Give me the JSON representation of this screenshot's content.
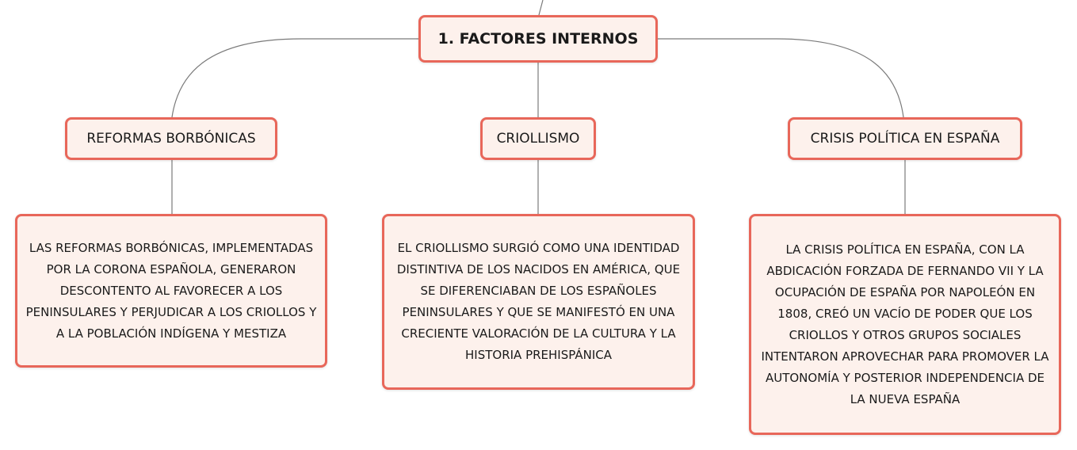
{
  "root": {
    "title": "1. FACTORES INTERNOS"
  },
  "topics": [
    {
      "label": "REFORMAS BORBÓNICAS",
      "detail": "LAS REFORMAS BORBÓNICAS, IMPLEMENTADAS POR LA CORONA ESPAÑOLA, GENERARON DESCONTENTO AL FAVORECER A LOS PENINSULARES Y PERJUDICAR A LOS CRIOLLOS Y A LA POBLACIÓN INDÍGENA Y MESTIZA"
    },
    {
      "label": "CRIOLLISMO",
      "detail": "EL CRIOLLISMO SURGIÓ COMO UNA IDENTIDAD DISTINTIVA DE LOS NACIDOS EN AMÉRICA, QUE SE DIFERENCIABAN DE LOS ESPAÑOLES PENINSULARES Y QUE SE MANIFESTÓ EN UNA CRECIENTE VALORACIÓN DE LA CULTURA Y LA HISTORIA PREHISPÁNICA"
    },
    {
      "label": "CRISIS POLÍTICA EN ESPAÑA",
      "detail": "LA CRISIS POLÍTICA EN ESPAÑA, CON LA ABDICACIÓN FORZADA DE FERNANDO VII Y LA OCUPACIÓN DE ESPAÑA POR NAPOLEÓN EN 1808, CREÓ UN VACÍO DE PODER QUE LOS CRIOLLOS Y OTROS GRUPOS SOCIALES INTENTARON APROVECHAR PARA PROMOVER LA AUTONOMÍA Y POSTERIOR INDEPENDENCIA DE LA NUEVA ESPAÑA"
    }
  ],
  "colors": {
    "node_border": "#e8675a",
    "node_fill": "#fdf1ec",
    "connector": "#7a7a7a"
  }
}
